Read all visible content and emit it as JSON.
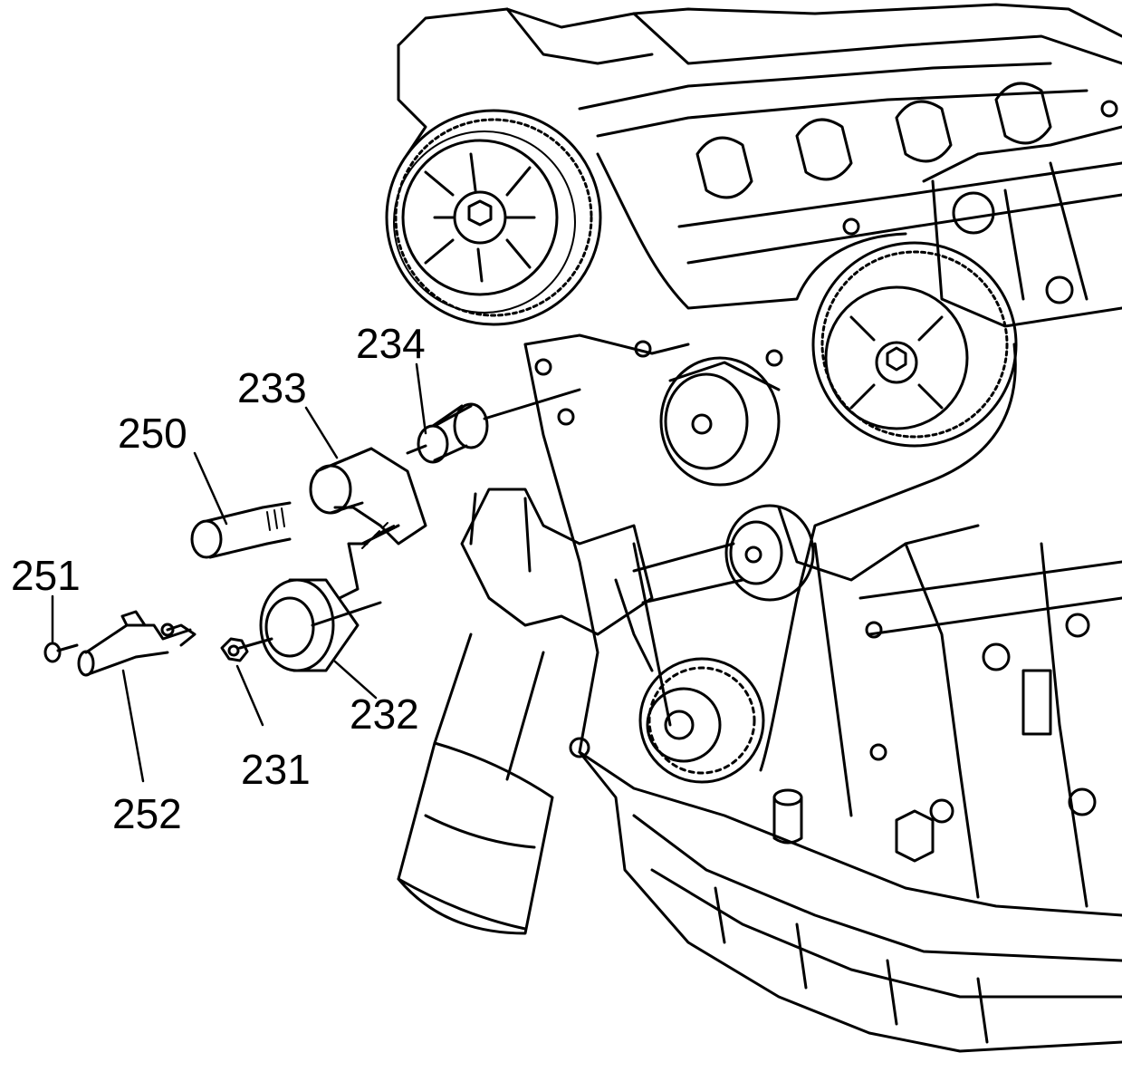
{
  "diagram": {
    "callouts": {
      "c234": "234",
      "c233": "233",
      "c250": "250",
      "c251": "251",
      "c232": "232",
      "c231": "231",
      "c252": "252"
    },
    "colors": {
      "ink": "#000000",
      "paper": "#ffffff"
    }
  }
}
